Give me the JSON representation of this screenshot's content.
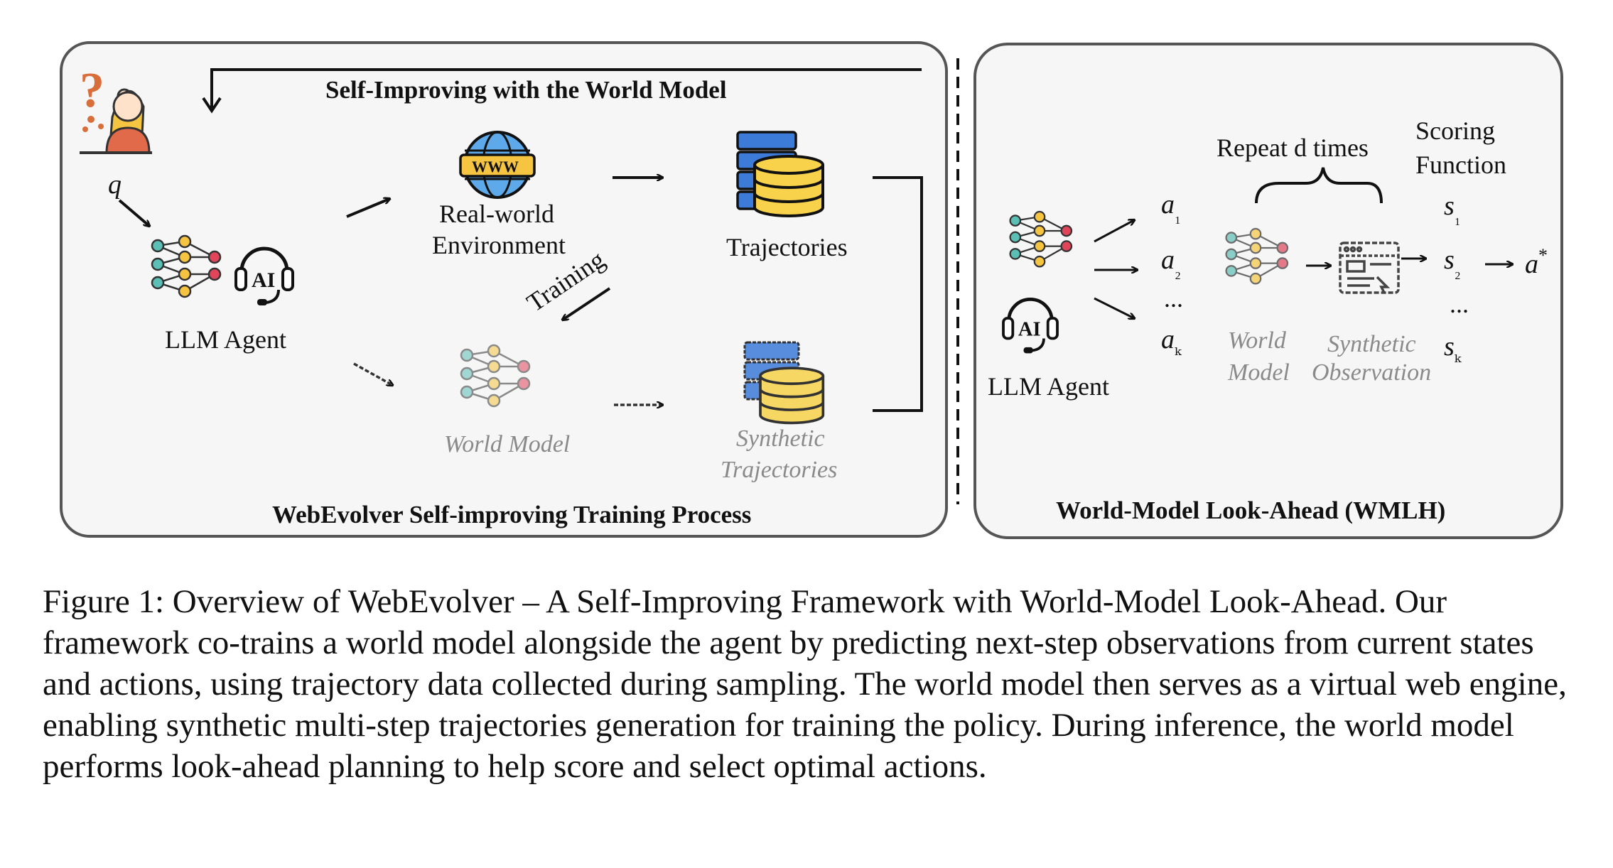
{
  "left_panel": {
    "loop_title": "Self-Improving with the World Model",
    "query": "q",
    "agent_label": "LLM Agent",
    "ai_badge": "AI",
    "env_label_line1": "Real-world",
    "env_label_line2": "Environment",
    "www_label": "WWW",
    "trajectories_label": "Trajectories",
    "training_label": "Training",
    "world_model_label": "World Model",
    "synthetic_traj_line1": "Synthetic",
    "synthetic_traj_line2": "Trajectories",
    "panel_title": "WebEvolver Self-improving Training Process"
  },
  "right_panel": {
    "repeat_label": "Repeat d times",
    "scoring_line1": "Scoring",
    "scoring_line2": "Function",
    "agent_label": "LLM Agent",
    "ai_badge": "AI",
    "actions": [
      "a₁",
      "a₂",
      "...",
      "aₖ"
    ],
    "scores": [
      "s₁",
      "s₂",
      "...",
      "sₖ"
    ],
    "best_action": "a*",
    "world_model_line1": "World",
    "world_model_line2": "Model",
    "synthetic_obs_line1": "Synthetic",
    "synthetic_obs_line2": "Observation",
    "panel_title": "World-Model Look-Ahead (WMLH)"
  },
  "caption": "Figure 1: Overview of WebEvolver – A Self-Improving Framework with World-Model Look-Ahead. Our framework co-trains a world model alongside the agent by predicting next-step observations from current states and actions, using trajectory data collected during sampling. The world model then serves as a virtual web engine, enabling synthetic multi-step trajectories generation for training the policy. During inference, the world model performs look-ahead planning to help score and select optimal actions.",
  "colors": {
    "panel_fill": "#f6f6f6",
    "panel_stroke": "#555555",
    "node_teal": "#5bbfb5",
    "node_yellow": "#f5c542",
    "node_red": "#e0455a",
    "db_blue": "#3d7bd9",
    "db_yellow": "#f7d24a"
  }
}
